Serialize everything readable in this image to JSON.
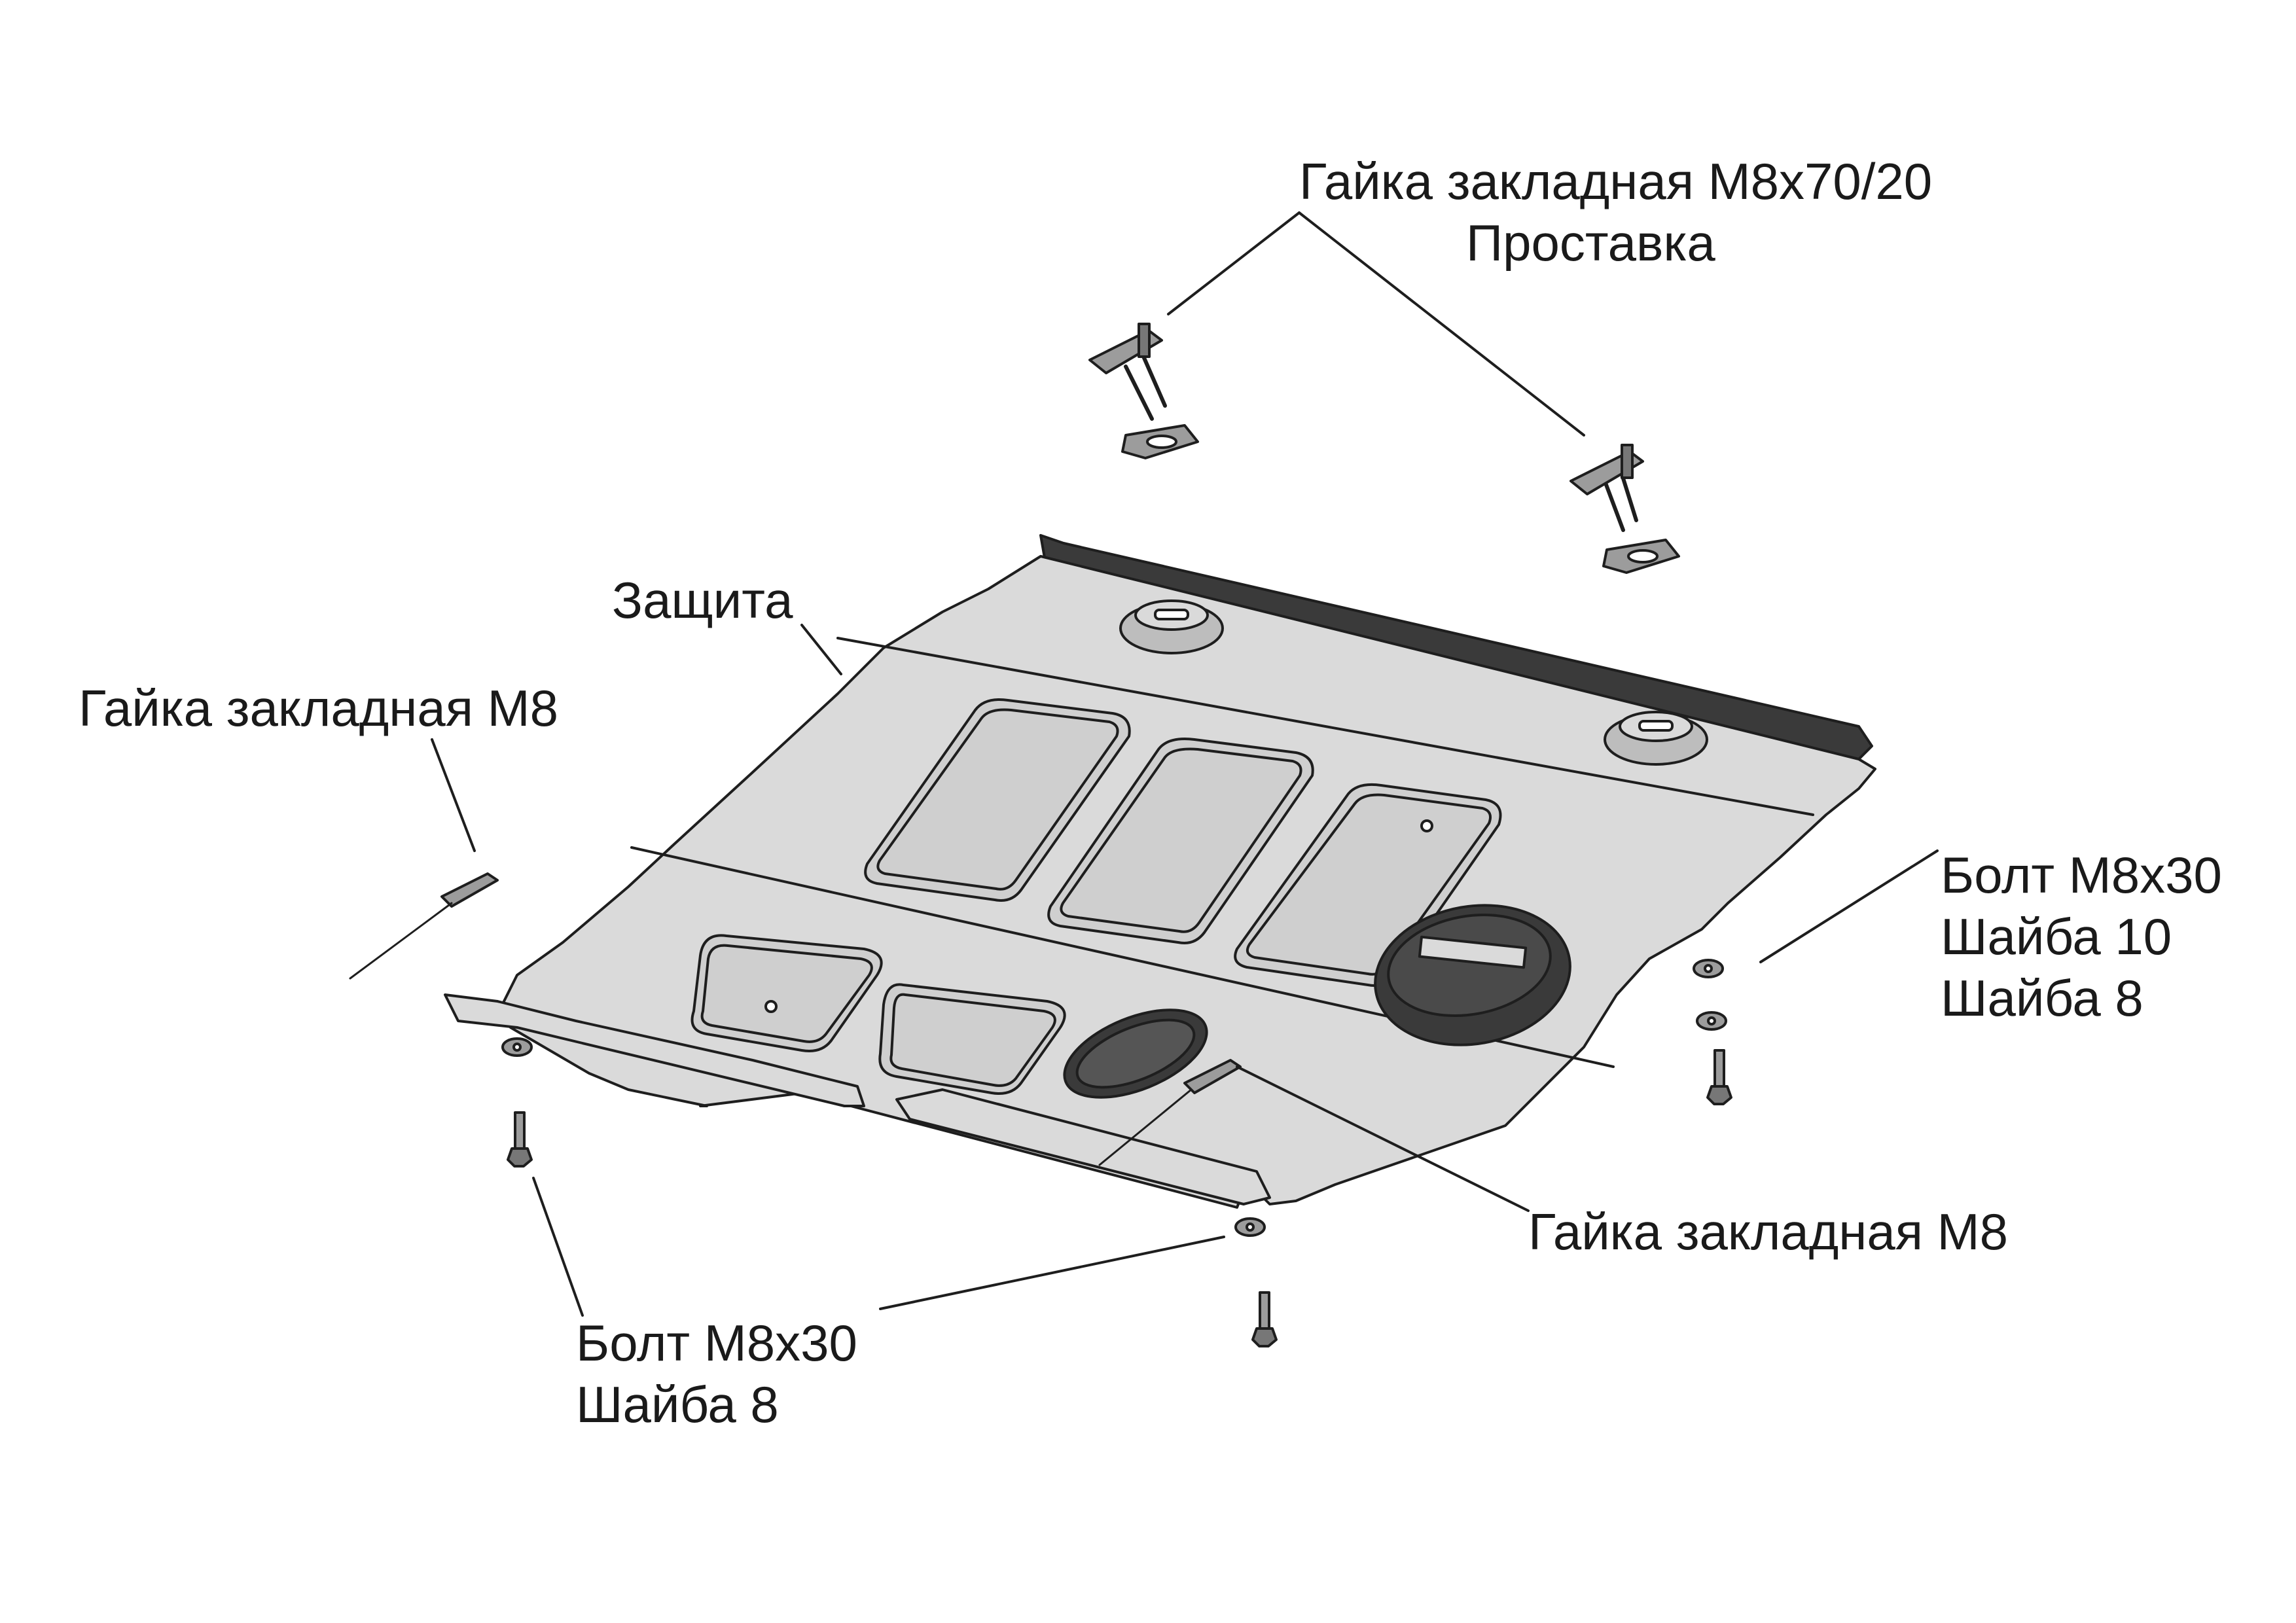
{
  "labels": {
    "top_nut": {
      "line1": "Гайка закладная М8х70/20",
      "line2": "Проставка"
    },
    "guard": "Защита",
    "left_nut": "Гайка закладная М8",
    "right_bolt": {
      "line1": "Болт М8х30",
      "line2": "Шайба 10",
      "line3": "Шайба 8"
    },
    "center_nut": "Гайка закладная М8",
    "bottom_bolt": {
      "line1": "Болт М8х30",
      "line2": "Шайба 8"
    }
  },
  "colors": {
    "plate_fill": "#dadada",
    "plate_stroke": "#1e1e1e",
    "dark_part": "#3a3a3a",
    "hardware": "#9c9c9c",
    "leader": "#1e1e1e"
  }
}
